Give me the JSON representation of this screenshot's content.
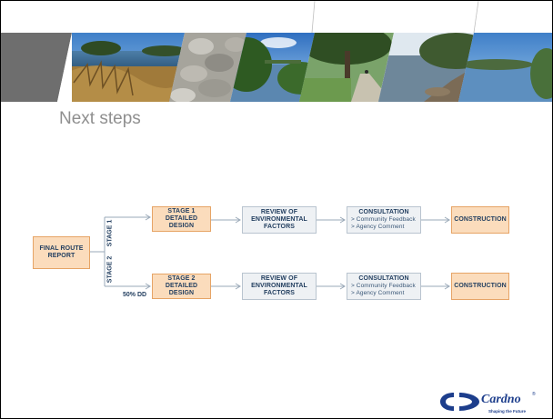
{
  "slide": {
    "title": "Next steps"
  },
  "flow": {
    "start_box": {
      "line1": "FINAL ROUTE",
      "line2": "REPORT"
    },
    "stage1_label": "STAGE 1",
    "stage2_label": "STAGE 2",
    "dd_label": "50% DD",
    "row1": {
      "design": {
        "line1": "STAGE 1 DETAILED",
        "line2": "DESIGN"
      },
      "review": {
        "line1": "REVIEW OF",
        "line2": "ENVIRONMENTAL",
        "line3": "FACTORS"
      },
      "consultation": {
        "title": "CONSULTATION",
        "item1": "> Community Feedback",
        "item2": "> Agency Comment"
      },
      "construction": "CONSTRUCTION"
    },
    "row2": {
      "design": {
        "line1": "STAGE 2 DETAILED",
        "line2": "DESIGN"
      },
      "review": {
        "line1": "REVIEW OF",
        "line2": "ENVIRONMENTAL",
        "line3": "FACTORS"
      },
      "consultation": {
        "title": "CONSULTATION",
        "item1": "> Community Feedback",
        "item2": "> Agency Comment"
      },
      "construction": "CONSTRUCTION"
    }
  },
  "logo": {
    "name": "Cardno",
    "tagline": "Shaping the Future",
    "mark": "®"
  },
  "colors": {
    "orange_fill": "#fbdcbc",
    "orange_border": "#e6a466",
    "grey_fill": "#eef1f4",
    "grey_border": "#b9c4cf",
    "navy_text": "#233f60",
    "logo_blue": "#1d3e8c",
    "title_grey": "#8f8f8f"
  }
}
